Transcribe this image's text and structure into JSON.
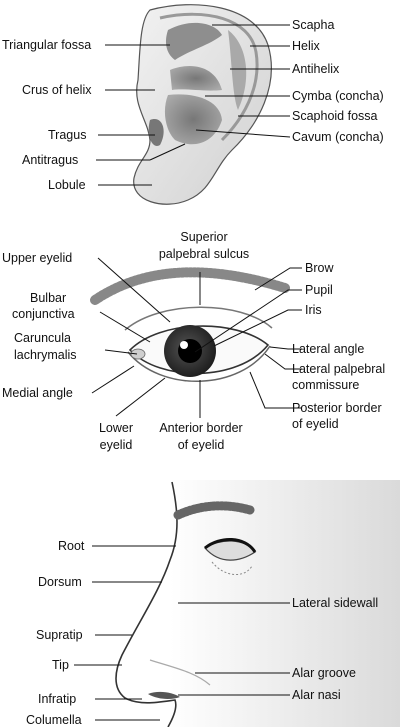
{
  "panels": [
    {
      "id": "ear",
      "labels": {
        "scapha": "Scapha",
        "triangular_fossa": "Triangular fossa",
        "helix": "Helix",
        "antihelix": "Antihelix",
        "crus_of_helix": "Crus of helix",
        "cymba": "Cymba (concha)",
        "scaphoid_fossa": "Scaphoid fossa",
        "tragus": "Tragus",
        "cavum": "Cavum (concha)",
        "antitragus": "Antitragus",
        "lobule": "Lobule"
      }
    },
    {
      "id": "eye",
      "labels": {
        "superior_sulcus_1": "Superior",
        "superior_sulcus_2": "palpebral sulcus",
        "upper_eyelid": "Upper eyelid",
        "brow": "Brow",
        "pupil": "Pupil",
        "bulbar_1": "Bulbar",
        "bulbar_2": "conjunctiva",
        "iris": "Iris",
        "caruncula_1": "Caruncula",
        "caruncula_2": "lachrymalis",
        "lateral_angle": "Lateral angle",
        "lateral_commissure_1": "Lateral palpebral",
        "lateral_commissure_2": "commissure",
        "medial_angle": "Medial angle",
        "posterior_border_1": "Posterior border",
        "posterior_border_2": "of eyelid",
        "lower_eyelid_1": "Lower",
        "lower_eyelid_2": "eyelid",
        "anterior_border_1": "Anterior border",
        "anterior_border_2": "of eyelid"
      }
    },
    {
      "id": "nose",
      "labels": {
        "root": "Root",
        "dorsum": "Dorsum",
        "lateral_sidewall": "Lateral sidewall",
        "supratip": "Supratip",
        "tip": "Tip",
        "alar_groove": "Alar groove",
        "infratip": "Infratip",
        "alar_nasi": "Alar nasi",
        "columella": "Columella"
      }
    }
  ]
}
